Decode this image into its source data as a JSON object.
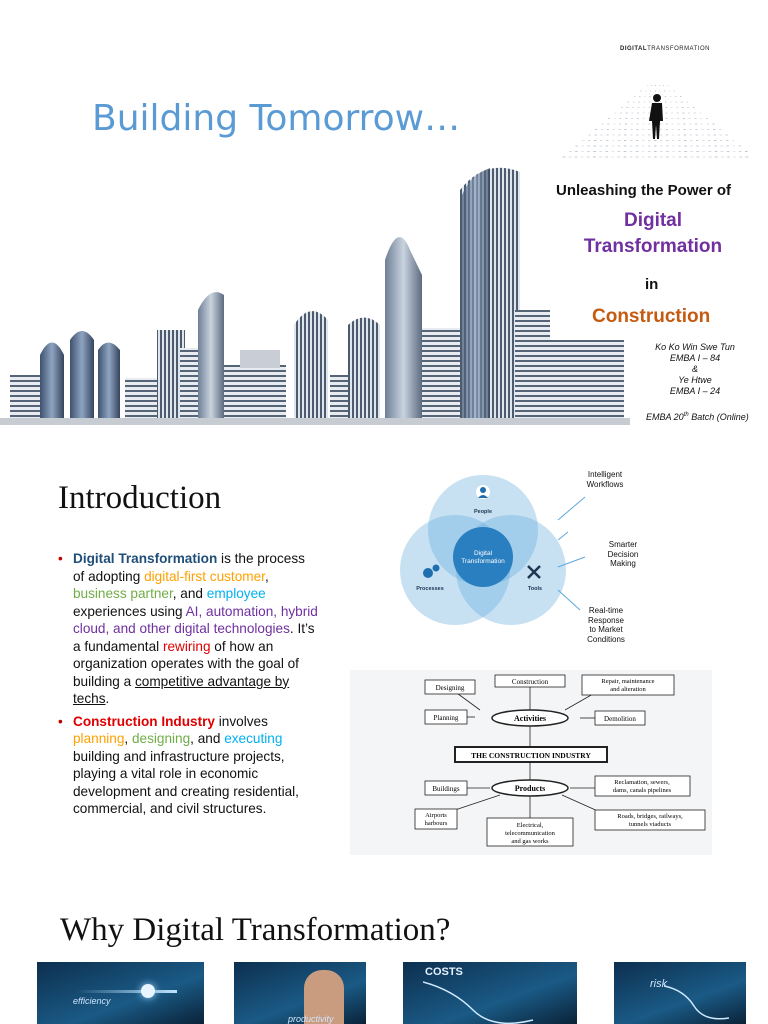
{
  "slide1": {
    "title": "Building Tomorrow…",
    "dt_badge_bold": "DIGITAL",
    "dt_badge_rest": "TRANSFORMATION",
    "subtitle": "Unleashing the Power of",
    "digital_line1": "Digital",
    "digital_line2": "Transformation",
    "in_word": "in",
    "construction": "Construction",
    "authors": [
      "Ko Ko Win Swe Tun",
      "EMBA I – 84",
      "&",
      "Ye Htwe",
      "EMBA I – 24"
    ],
    "batch_pre": "EMBA 20",
    "batch_sup": "th",
    "batch_post": " Batch (Online)"
  },
  "slide2": {
    "title": "Introduction",
    "bullet1": {
      "p1": "Digital Transformation",
      "p2": " is the process of adopting ",
      "p3": "digital-first customer",
      "p4": ", ",
      "p5": "business partner",
      "p6": ", and ",
      "p7": "employee",
      "p8": " experiences using ",
      "p9": "AI, automation, hybrid cloud, and other digital technologies",
      "p10": ". It’s a fundamental ",
      "p11": "rewiring",
      "p12": " of how an organization operates with the goal of building a ",
      "p13": "competitive advantage by techs",
      "p14": "."
    },
    "bullet2": {
      "p1": "Construction Industry",
      "p2": " involves ",
      "p3": "planning",
      "p4": ", ",
      "p5": "designing",
      "p6": ", and ",
      "p7": "executing",
      "p8": " building and infrastructure projects, playing a vital role in economic development and creating residential, commercial, and civil structures."
    },
    "venn": {
      "center_l1": "Digital",
      "center_l2": "Transformation",
      "people": "People",
      "processes": "Processes",
      "tools": "Tools",
      "callout1": [
        "Intelligent",
        "Workflows"
      ],
      "callout2": [
        "Smarter",
        "Decision",
        "Making"
      ],
      "callout3": [
        "Real-time",
        "Response",
        "to Market",
        "Conditions"
      ]
    },
    "industry": {
      "center": "THE CONSTRUCTION INDUSTRY",
      "activities": "Activities",
      "products": "Products",
      "designing": "Designing",
      "construction": "Construction",
      "repair_l1": "Repair, maintenance",
      "repair_l2": "and alteration",
      "planning": "Planning",
      "demolition": "Demolition",
      "buildings": "Buildings",
      "reclam_l1": "Reclamation, sewers,",
      "reclam_l2": "dams, canals pipelines",
      "airports_l1": "Airports",
      "airports_l2": "harbours",
      "elec_l1": "Electrical,",
      "elec_l2": "telecommunication",
      "elec_l3": "and gas works",
      "roads_l1": "Roads, bridges, railways,",
      "roads_l2": "tunnels viaducts"
    }
  },
  "slide3": {
    "title": "Why Digital Transformation?",
    "thumb1": "efficiency",
    "thumb2": "productivity",
    "thumb3": "COSTS",
    "thumb4": "risk"
  },
  "colors": {
    "title_blue": "#5b9bd5",
    "purple": "#7030a0",
    "orange_brown": "#c55a11",
    "venn_blue": "#5ea8dd"
  }
}
